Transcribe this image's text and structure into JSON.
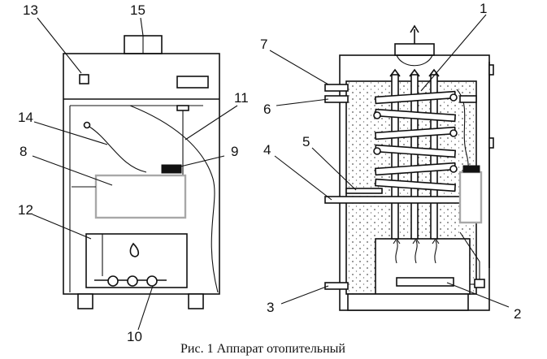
{
  "caption": "Рис. 1 Аппарат  отопительный",
  "left_labels": [
    {
      "id": "13",
      "text": "13"
    },
    {
      "id": "15",
      "text": "15"
    },
    {
      "id": "14",
      "text": "14"
    },
    {
      "id": "11",
      "text": "11"
    },
    {
      "id": "9",
      "text": "9"
    },
    {
      "id": "8",
      "text": "8"
    },
    {
      "id": "12",
      "text": "12"
    },
    {
      "id": "10",
      "text": "10"
    }
  ],
  "right_labels": [
    {
      "id": "1",
      "text": "1"
    },
    {
      "id": "7",
      "text": "7"
    },
    {
      "id": "6",
      "text": "6"
    },
    {
      "id": "4",
      "text": "4"
    },
    {
      "id": "5",
      "text": "5"
    },
    {
      "id": "3",
      "text": "3"
    },
    {
      "id": "2",
      "text": "2"
    }
  ]
}
